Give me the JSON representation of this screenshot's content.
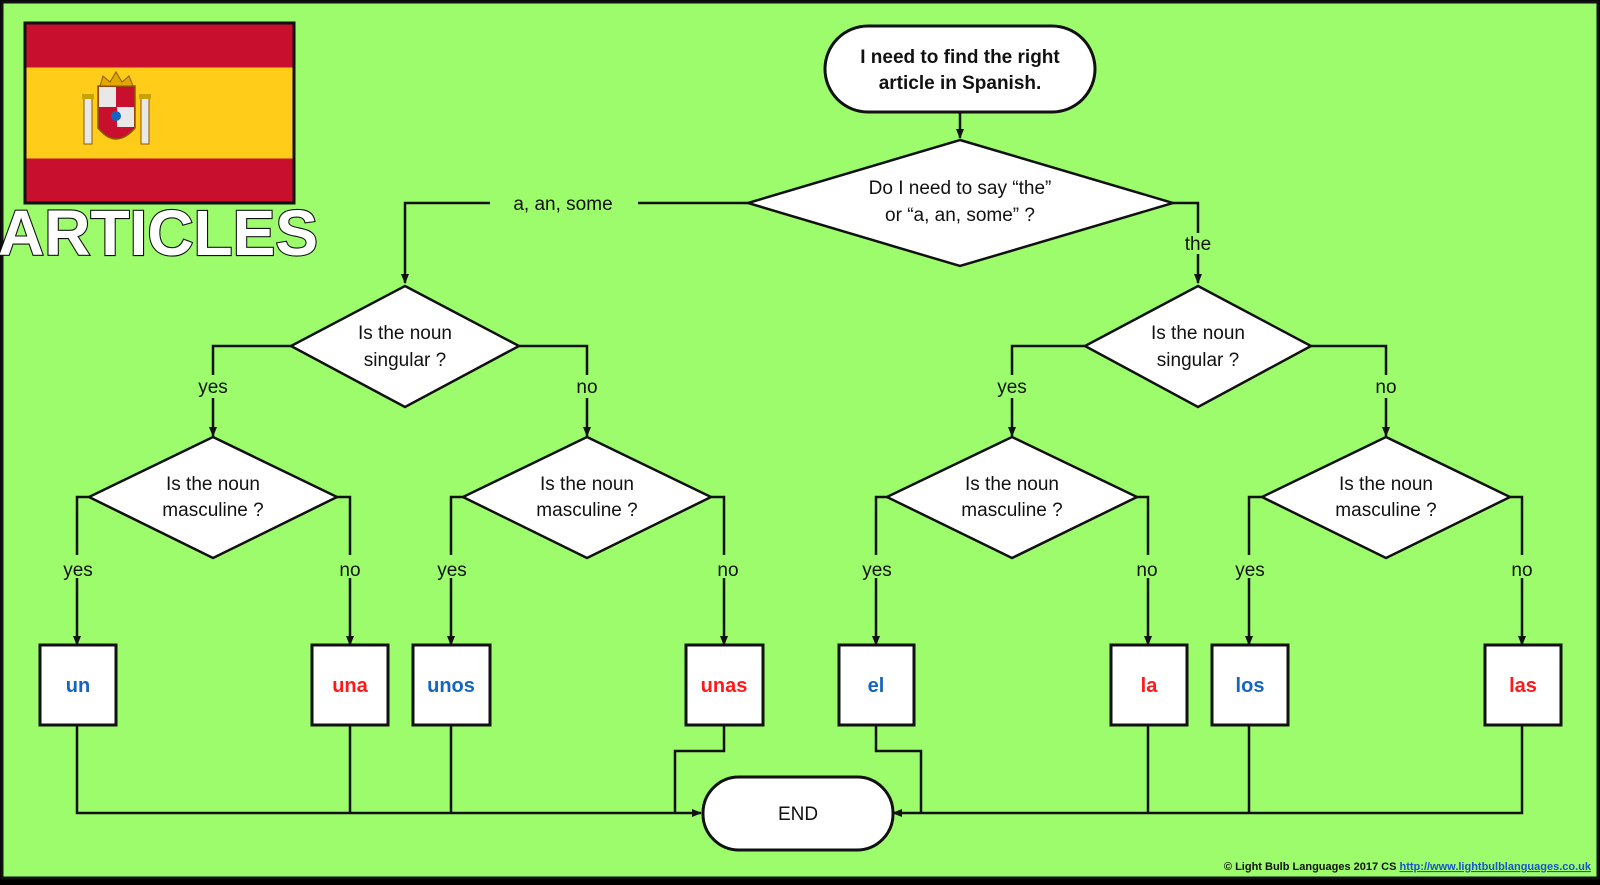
{
  "title": "ARTICLES",
  "colors": {
    "background": "#9cfc6c",
    "masculine": "#1565c0",
    "feminine": "#ff1a1a",
    "flag_red": "#c8102e",
    "flag_yellow": "#ffcc1a"
  },
  "icons": {
    "flag": "spain-flag-icon",
    "coat_of_arms": "coat-of-arms-icon"
  },
  "start": {
    "line1": "I need to find the right",
    "line2": "article in Spanish."
  },
  "q_root": {
    "line1": "Do I need to say “the”",
    "line2": "or “a, an, some” ?"
  },
  "branch_indefinite": "a, an, some",
  "branch_definite": "the",
  "q_singular": {
    "line1": "Is the noun",
    "line2": "singular ?"
  },
  "q_masculine": {
    "line1": "Is the noun",
    "line2": "masculine ?"
  },
  "yes": "yes",
  "no": "no",
  "answers": {
    "un": "un",
    "una": "una",
    "unos": "unos",
    "unas": "unas",
    "el": "el",
    "la": "la",
    "los": "los",
    "las": "las"
  },
  "end": "END",
  "footer": {
    "copyright": "© Light Bulb Languages 2017 CS",
    "link": "http://www.lightbulblanguages.co.uk"
  }
}
